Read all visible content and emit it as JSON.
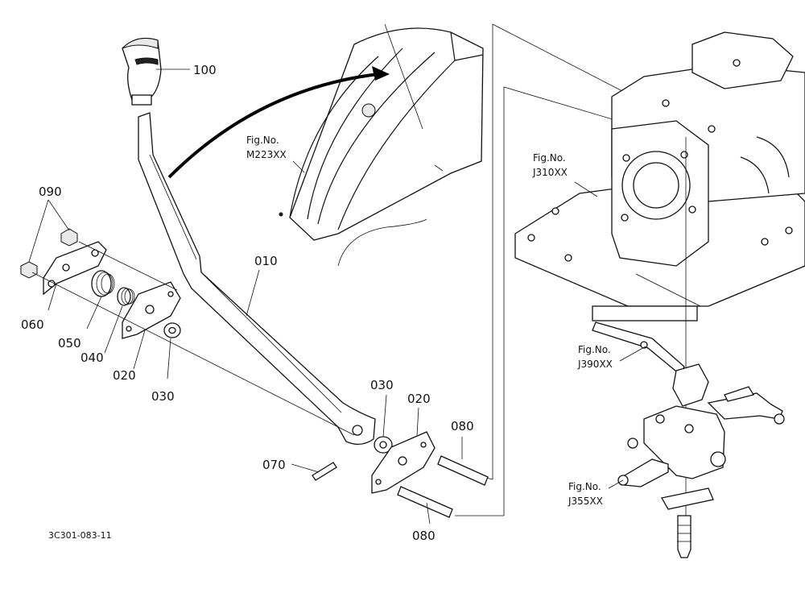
{
  "labels": {
    "p100": "100",
    "p090": "090",
    "p060": "060",
    "p050": "050",
    "p040": "040",
    "p020a": "020",
    "p030a": "030",
    "p010": "010",
    "p030b": "030",
    "p020b": "020",
    "p080a": "080",
    "p070": "070",
    "p080b": "080"
  },
  "figrefs": {
    "m223": {
      "line1": "Fig.No.",
      "line2": "M223XX"
    },
    "j310": {
      "line1": "Fig.No.",
      "line2": "J310XX"
    },
    "j390": {
      "line1": "Fig.No.",
      "line2": "J390XX"
    },
    "j355": {
      "line1": "Fig.No.",
      "line2": "J355XX"
    }
  },
  "drawing_code": "3C301-083-11"
}
